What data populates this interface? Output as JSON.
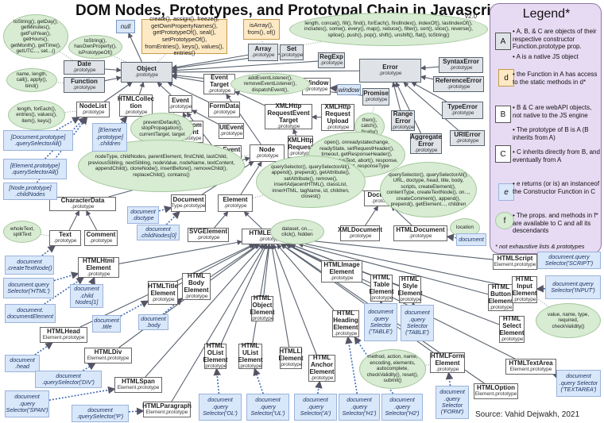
{
  "title": "DOM Nodes, Prototypes, and Prototypal Chain in Javascript",
  "version": "v2.0",
  "source": "Source: Vahid Dejwakh, 2021",
  "legend": {
    "title": "Legend*",
    "boxes": {
      "a": "A",
      "d": "d",
      "b": "B",
      "c": "C",
      "e": "e",
      "f": "f"
    },
    "items": [
      "• A, B, & C are objects of their respective constructor Function.prototype prop.",
      "• A is a native JS object",
      "• the Function in A has access to the static methods in d*",
      "• B & C are webAPI objects, not native to the JS engine",
      "• The prototype of B is A (B inherits from A)",
      "• C inherits directly from B, and eventually from A",
      "• e returns (or is) an instanceof the Constructor Function in C",
      "• The props. and methods in f* are available to C and all its descendants"
    ],
    "note": "* not exhaustive lists & prototypes"
  },
  "boxes": [
    {
      "id": "null",
      "name": "null",
      "proto": "",
      "kind": "blue"
    },
    {
      "id": "object",
      "name": "Object",
      "proto": ".prototype",
      "kind": "gray"
    },
    {
      "id": "date",
      "name": "Date",
      "proto": ".prototype",
      "kind": "gray"
    },
    {
      "id": "function",
      "name": "Function",
      "proto": ".prototype",
      "kind": "gray"
    },
    {
      "id": "array",
      "name": "Array",
      "proto": ".prototype",
      "kind": "gray"
    },
    {
      "id": "set",
      "name": "Set",
      "proto": ".prototype",
      "kind": "gray"
    },
    {
      "id": "regexp",
      "name": "RegExp",
      "proto": ".prototype",
      "kind": "gray"
    },
    {
      "id": "error",
      "name": "Error",
      "proto": ".prototype",
      "kind": "gray"
    },
    {
      "id": "syntaxerror",
      "name": "SyntaxError",
      "proto": ".prototype",
      "kind": "gray"
    },
    {
      "id": "referenceerror",
      "name": "ReferenceError",
      "proto": ".prototype",
      "kind": "gray"
    },
    {
      "id": "typeerror",
      "name": "TypeError",
      "proto": ".prototype",
      "kind": "gray"
    },
    {
      "id": "urierror",
      "name": "URIError",
      "proto": ".prototype",
      "kind": "gray"
    },
    {
      "id": "rangeerror",
      "name": "Range Error",
      "proto": ".prototype",
      "kind": "gray"
    },
    {
      "id": "aggregateerror",
      "name": "Aggregate Error",
      "proto": ".prototype",
      "kind": "gray"
    },
    {
      "id": "promise",
      "name": "Promise",
      "proto": ".prototype",
      "kind": "gray"
    },
    {
      "id": "window",
      "name": "window",
      "proto": "",
      "kind": "blue"
    },
    {
      "id": "windowproto",
      "name": "Window",
      "proto": ".prototype",
      "kind": "white"
    },
    {
      "id": "eventtarget",
      "name": "Event Target",
      "proto": ".prototype",
      "kind": "white"
    },
    {
      "id": "nodelist",
      "name": "NodeList",
      "proto": ".prototype",
      "kind": "white"
    },
    {
      "id": "htmlcollection",
      "name": "HTMLCollec tion",
      "proto": ".prototype",
      "kind": "white"
    },
    {
      "id": "event",
      "name": "Event",
      "proto": ".prototype",
      "kind": "white"
    },
    {
      "id": "formdata",
      "name": "FormData",
      "proto": ".prototype",
      "kind": "white"
    },
    {
      "id": "uievent",
      "name": "UIEvent",
      "proto": ".prototype",
      "kind": "white"
    },
    {
      "id": "customevent",
      "name": "Custom Event",
      "proto": ".prototype",
      "kind": "white"
    },
    {
      "id": "progressevent",
      "name": "ProgressEvent",
      "proto": ".prototype",
      "kind": "white"
    },
    {
      "id": "xhreventtarget",
      "name": "XMLHttp RequestEvent Target",
      "proto": ".prototype",
      "kind": "white"
    },
    {
      "id": "xhrupload",
      "name": "XMLHttp Request Upload",
      "proto": ".prototype",
      "kind": "white"
    },
    {
      "id": "xhr",
      "name": "XMLHttp Request",
      "proto": ".prototype",
      "kind": "white"
    },
    {
      "id": "node",
      "name": "Node",
      "proto": ".prototype",
      "kind": "white"
    },
    {
      "id": "characterdata",
      "name": "CharacterData",
      "proto": ".prototype",
      "kind": "white"
    },
    {
      "id": "text",
      "name": "Text",
      "proto": ".prototype",
      "kind": "white"
    },
    {
      "id": "comment",
      "name": "Comment",
      "proto": ".prototype",
      "kind": "white"
    },
    {
      "id": "document",
      "name": "Document",
      "proto": "Type.prototype",
      "kind": "white"
    },
    {
      "id": "element",
      "name": "Element",
      "proto": ".prototype",
      "kind": "white"
    },
    {
      "id": "documentproto",
      "name": "Document",
      "proto": ".prototype",
      "kind": "white"
    },
    {
      "id": "svgelement",
      "name": "SVGElement",
      "proto": ".prototype",
      "kind": "white"
    },
    {
      "id": "htmlelement",
      "name": "HTMLElement",
      "proto": ".prototype",
      "kind": "white"
    },
    {
      "id": "xmldocument",
      "name": "XMLDocument",
      "proto": ".prototype",
      "kind": "white"
    },
    {
      "id": "htmldocument",
      "name": "HTMLDocument",
      "proto": ".prototype",
      "kind": "white"
    },
    {
      "id": "htmlhtml",
      "name": "HTMLHtml Element",
      "proto": ".prototype",
      "kind": "white"
    },
    {
      "id": "htmltitle",
      "name": "HTMLTitle Element",
      "proto": ".prototype",
      "kind": "white"
    },
    {
      "id": "htmlbody",
      "name": "HTML Body Element",
      "proto": ".prototype",
      "kind": "white"
    },
    {
      "id": "htmlhead",
      "name": "HTMLHead",
      "proto": "Element.prototype",
      "kind": "white"
    },
    {
      "id": "htmldiv",
      "name": "HTMLDiv",
      "proto": "Element.prototype",
      "kind": "white"
    },
    {
      "id": "htmlspan",
      "name": "HTMLSpan",
      "proto": "Element.prototype",
      "kind": "white"
    },
    {
      "id": "htmlparagraph",
      "name": "HTMLParagraph",
      "proto": "Element.prototype",
      "kind": "white"
    },
    {
      "id": "htmlolist",
      "name": "HTML OList Element",
      "proto": ".prototype",
      "kind": "white"
    },
    {
      "id": "htmlulist",
      "name": "HTML UList Element",
      "proto": ".prototype",
      "kind": "white"
    },
    {
      "id": "htmlli",
      "name": "HTMLLI Element",
      "proto": ".prototype",
      "kind": "white"
    },
    {
      "id": "htmlobject",
      "name": "HTML Object Element",
      "proto": ".prototype",
      "kind": "white"
    },
    {
      "id": "htmlimage",
      "name": "HTMLImage Element",
      "proto": ".prototype",
      "kind": "white"
    },
    {
      "id": "htmlheading",
      "name": "HTML Heading Element",
      "proto": ".prototype",
      "kind": "white"
    },
    {
      "id": "htmlanchor",
      "name": "HTML Anchor Element",
      "proto": ".prototype",
      "kind": "white"
    },
    {
      "id": "htmltable",
      "name": "HTML Table Element",
      "proto": ".prototype",
      "kind": "white"
    },
    {
      "id": "htmlstyle",
      "name": "HTML Style Element",
      "proto": ".prototype",
      "kind": "white"
    },
    {
      "id": "htmlform",
      "name": "HTMLForm Element",
      "proto": ".prototype",
      "kind": "white"
    },
    {
      "id": "htmlbutton",
      "name": "HTML Button Element",
      "proto": ".prototype",
      "kind": "white"
    },
    {
      "id": "htmlinput",
      "name": "HTML Input Element",
      "proto": ".prototype",
      "kind": "white"
    },
    {
      "id": "htmlselect",
      "name": "HTML Select Element",
      "proto": ".prototype",
      "kind": "white"
    },
    {
      "id": "htmltextarea",
      "name": "HTMLTextArea",
      "proto": "Element.prototype",
      "kind": "white"
    },
    {
      "id": "htmloption",
      "name": "HTMLOption",
      "proto": "Element.prototype",
      "kind": "white"
    },
    {
      "id": "htmlscript",
      "name": "HTMLScript",
      "proto": "Element.prototype",
      "kind": "white"
    }
  ],
  "yellow_boxes": [
    {
      "id": "objstatic",
      "text": "create(), assign(), freeze(), getOwnPropertyNames(), getPrototypeOf(), seal(), setPrototypeOf(), fromEntries(), keys(), values(), entries()"
    },
    {
      "id": "arrstatic",
      "text": "isArray(), from(), of()"
    }
  ],
  "clouds": [
    {
      "id": "c_date",
      "text": "toString(), getDay(), getMinutes(), getFullYear(), getHours(), getMonth(), getTime(), getUTC..., set...()"
    },
    {
      "id": "c_object",
      "text": "toString(), hasOwnProperty(), isPrototypeOf()"
    },
    {
      "id": "c_function",
      "text": "name, length, call(), apply(), bind()"
    },
    {
      "id": "c_nodelist",
      "text": "length, forEach(), entries(), values(), item(), keys()"
    },
    {
      "id": "c_array",
      "text": "length, concat(), fill(), find(), forEach(), findIndex(), indexOf(), lastIndexOf(), includes(), some(), every(), map(), reduce(), filter(), sort(), slice(), reverse(), splice(), push(), pop(), shift(), unshift(), flat(), toString()"
    },
    {
      "id": "c_eventtarget",
      "text": "addEventListener(), removeEventListener(), dispatchEvent(),"
    },
    {
      "id": "c_event",
      "text": "preventDefault(), stopPropagation(), currentTarget, target"
    },
    {
      "id": "c_promise",
      "text": "then(), catch(), finally()"
    },
    {
      "id": "c_xhr",
      "text": "open(), onreadystatechange, readyState, setRequestHeader(), timeout, getResponseHeader(), status, statusText, abort(), response, responseText, responseType"
    },
    {
      "id": "c_node",
      "text": "nodeType, childNodes, parentElement, firstChild, lastChild, previousSibling, nextSibling, nodeValue, nodeName, textContent, appendChild(), cloneNode(), insertBefore(), removeChild(), replaceChild(), contains()"
    },
    {
      "id": "c_element",
      "text": "querySelector(), querySelectorAll(), append(), prepend(), getAttribute(), setAttribute(), remove(), insertAdjacentHTML(), classList, innerHTML, tagName, id, children, closest()"
    },
    {
      "id": "c_document",
      "text": "querySelector(), querySelectorAll(), URL, doctype, head, title, body, scripts, createElement(), contentType, createTextNode(), on..., createComment(), append(), prepend(), getElement..., children"
    },
    {
      "id": "c_text",
      "text": "wholeText, splitText"
    },
    {
      "id": "c_dataset",
      "text": "dataset, on..., click(), hidden"
    },
    {
      "id": "c_form",
      "text": "method, action, name, encoding, elements, autocomplete, checkValidity(), reset(), submit()"
    },
    {
      "id": "c_input",
      "text": "value, name, type, required, checkValidity()"
    },
    {
      "id": "c_location",
      "text": "location"
    }
  ],
  "instances": [
    {
      "id": "i_docproto_qsa",
      "text": "[Document.prototype] .querySelectorAll()"
    },
    {
      "id": "i_el_qsa",
      "text": "[Element.prototype] .querySelectorAll()"
    },
    {
      "id": "i_node_childnodes",
      "text": "[Node.prototype] .childNodes"
    },
    {
      "id": "i_el_children",
      "text": "[Element .prototype] .children"
    },
    {
      "id": "i_doc_doctype",
      "text": "document .doctype"
    },
    {
      "id": "i_doc_childnodes0",
      "text": "document .childNodes[0]"
    },
    {
      "id": "i_doc",
      "text": "document"
    },
    {
      "id": "i_createtextnode",
      "text": "document .createTextNode()"
    },
    {
      "id": "i_qs_html",
      "text": "document.query Selector('HTML')"
    },
    {
      "id": "i_childnodes1",
      "text": "document .child Nodes[1]"
    },
    {
      "id": "i_docelement",
      "text": "document. documentElement"
    },
    {
      "id": "i_title",
      "text": "document .title"
    },
    {
      "id": "i_body",
      "text": "document .body"
    },
    {
      "id": "i_head",
      "text": "document .head"
    },
    {
      "id": "i_qs_div",
      "text": "document .querySelector('DIV')"
    },
    {
      "id": "i_qs_span",
      "text": "document .query Selector('SPAN')"
    },
    {
      "id": "i_qs_p",
      "text": "document .querySelector('P')"
    },
    {
      "id": "i_qs_ol",
      "text": "document .query Selector('OL')"
    },
    {
      "id": "i_qs_ul",
      "text": "document .query Selector('UL')"
    },
    {
      "id": "i_qs_a",
      "text": "document .query Selector('A')"
    },
    {
      "id": "i_qs_h1",
      "text": "document .query Selector('H1')"
    },
    {
      "id": "i_qs_h2",
      "text": "document .query Selector('H2')"
    },
    {
      "id": "i_qs_table",
      "text": "document .query Selector ('TABLE')"
    },
    {
      "id": "i_qs_style",
      "text": "document .query Selector ('TABLE')"
    },
    {
      "id": "i_qs_form",
      "text": "document .query Selector ('FORM')"
    },
    {
      "id": "i_qs_script",
      "text": "document.query Selector('SCRIPT')"
    },
    {
      "id": "i_qs_input",
      "text": "document.query Selector('INPUT')"
    },
    {
      "id": "i_qs_textarea",
      "text": "document .query Selector ('TEXTAREA')"
    }
  ]
}
